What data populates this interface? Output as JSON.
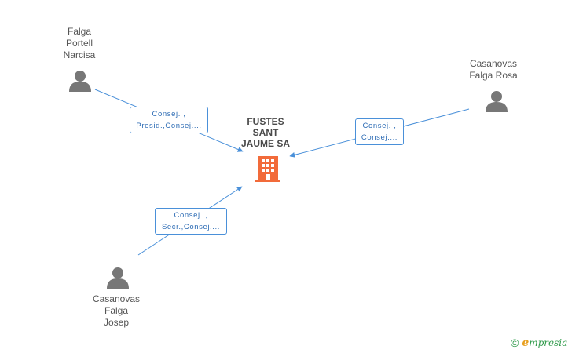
{
  "company": {
    "name": "FUSTES\nSANT\nJAUME SA",
    "icon": "building-icon",
    "color": "#f26b3a"
  },
  "people": [
    {
      "name": "Falga\nPortell\nNarcisa",
      "icon": "person-icon"
    },
    {
      "name": "Casanovas\nFalga Rosa",
      "icon": "person-icon"
    },
    {
      "name": "Casanovas\nFalga\nJosep",
      "icon": "person-icon"
    }
  ],
  "relations": [
    {
      "role": "Consej. ,\nPresid.,Consej...."
    },
    {
      "role": "Consej. ,\nConsej...."
    },
    {
      "role": "Consej. ,\nSecr.,Consej...."
    }
  ],
  "colors": {
    "edge": "#4a90d9",
    "person": "#777777"
  },
  "watermark": {
    "symbol": "©",
    "brand_initial": "e",
    "brand_rest": "mpresia"
  }
}
